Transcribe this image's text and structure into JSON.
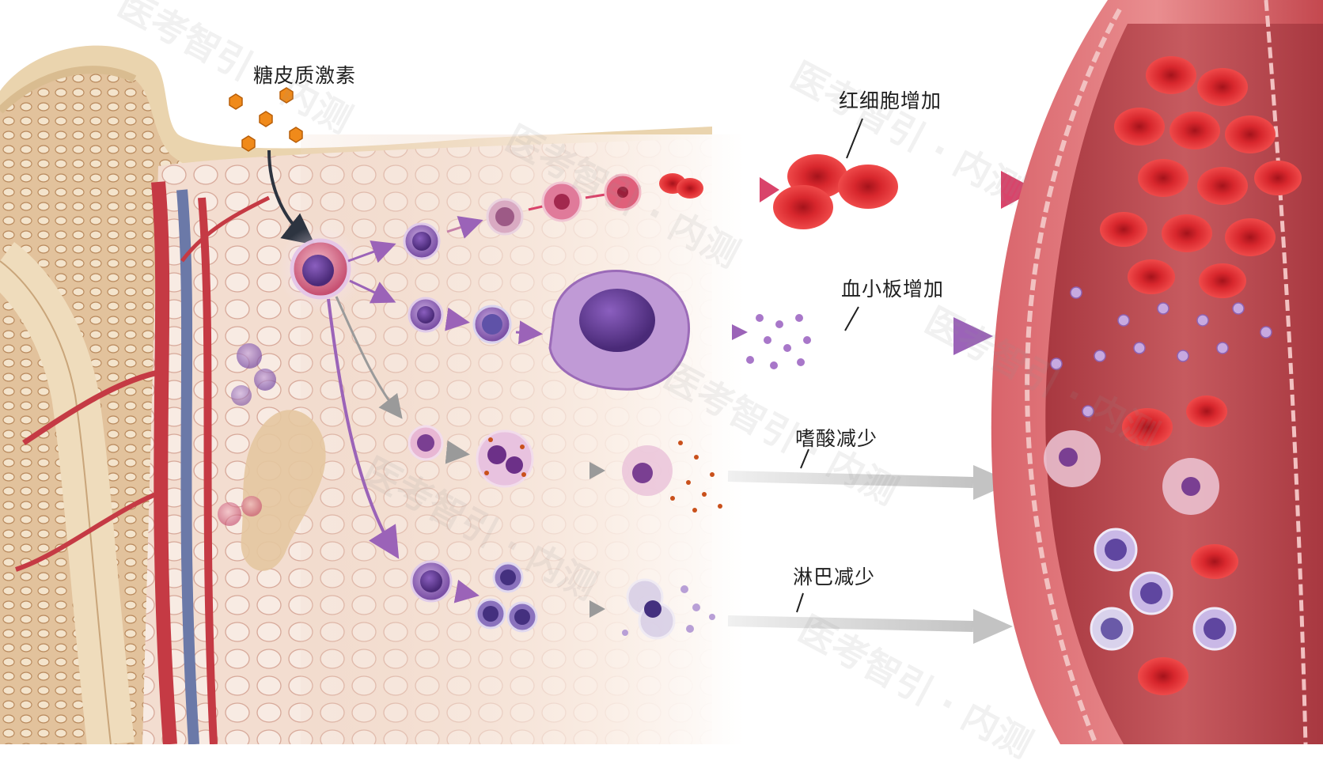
{
  "labels": {
    "hormone": "糖皮质激素",
    "rbc": "红细胞增加",
    "platelet": "血小板增加",
    "eosinophil": "嗜酸减少",
    "lymph": "淋巴减少"
  },
  "watermark": "医考智引 · 内测",
  "colors": {
    "bone": "#e9cfa6",
    "marrow": "#f0d8c8",
    "vessel_wall": "#c9525a",
    "vessel_lumen": "#b8474f",
    "rbc": "#d92a2f",
    "platelet": "#a877c9",
    "stem_cell": "#9b6bb8",
    "lymphocyte": "#6a4aa0",
    "arrow_pink": "#d9436a",
    "arrow_purple": "#9b63b8",
    "arrow_gray": "#c9c9c9"
  }
}
